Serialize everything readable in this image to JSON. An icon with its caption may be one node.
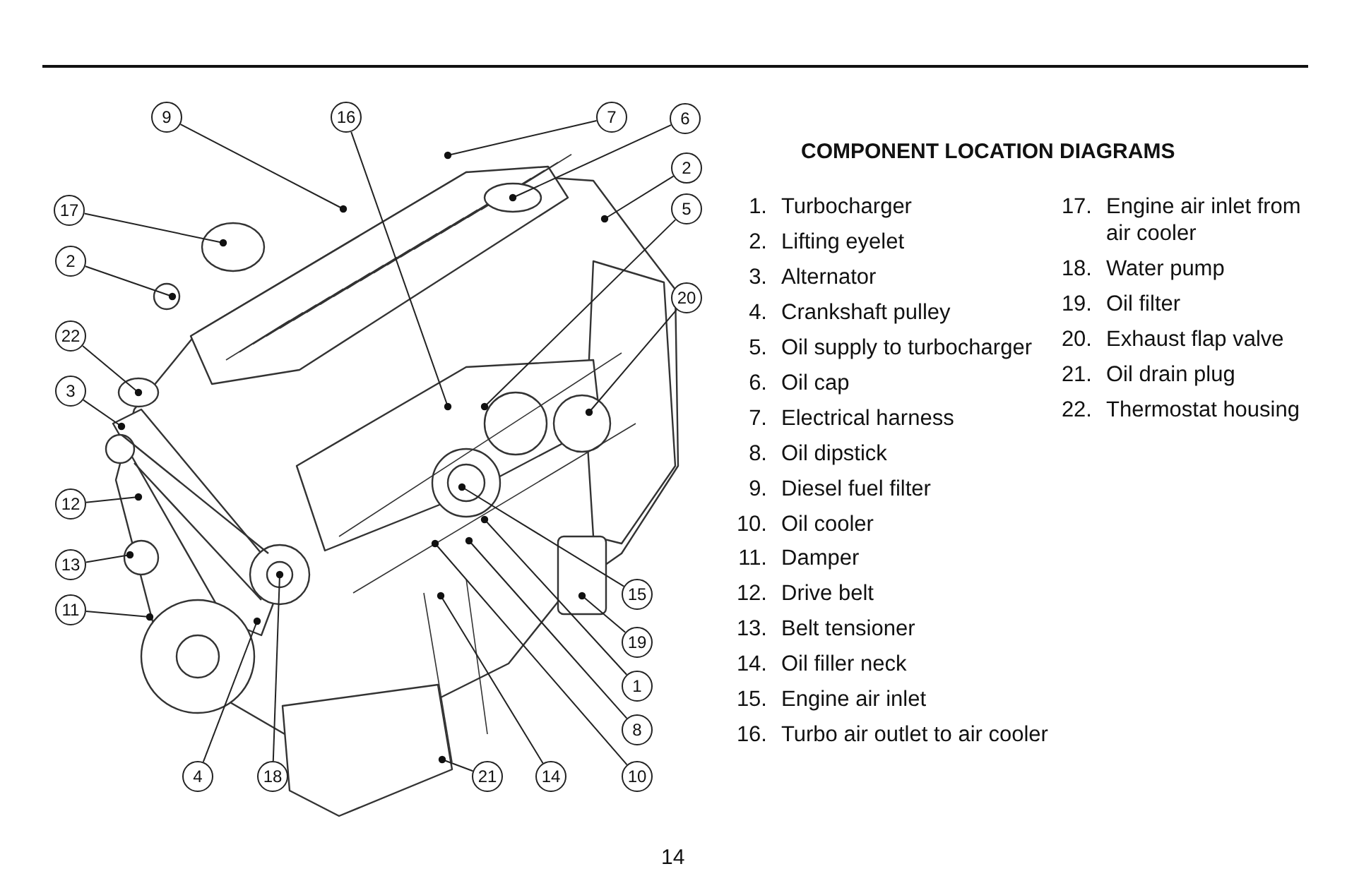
{
  "diagram": {
    "nodes": [
      {
        "text": [
          "9"
        ]
      },
      {
        "text": [
          "16"
        ]
      },
      {
        "text": [
          "7"
        ]
      },
      {
        "text": [
          "6"
        ]
      },
      {
        "text": [
          "2"
        ]
      },
      {
        "text": [
          "5"
        ]
      },
      {
        "text": [
          "17"
        ]
      },
      {
        "text": [
          "2"
        ]
      },
      {
        "text": [
          "20"
        ]
      },
      {
        "text": [
          "22"
        ]
      },
      {
        "text": [
          "3"
        ]
      },
      {
        "text": [
          "12"
        ]
      },
      {
        "text": [
          "13"
        ]
      },
      {
        "text": [
          "15"
        ]
      },
      {
        "text": [
          "11"
        ]
      },
      {
        "text": [
          "19"
        ]
      },
      {
        "text": [
          "1"
        ]
      },
      {
        "text": [
          "8"
        ]
      },
      {
        "text": [
          "4"
        ]
      },
      {
        "text": [
          "18"
        ]
      },
      {
        "text": [
          "21"
        ]
      },
      {
        "text": [
          "14"
        ]
      },
      {
        "text": [
          "10"
        ]
      }
    ],
    "edges": [
      {
        "from": 0,
        "to": null,
        "arrow": "other"
      },
      {
        "from": 1,
        "to": null,
        "arrow": "other"
      },
      {
        "from": 2,
        "to": null,
        "arrow": "other"
      },
      {
        "from": 3,
        "to": null,
        "arrow": "other"
      },
      {
        "from": 4,
        "to": null,
        "arrow": "other"
      },
      {
        "from": 5,
        "to": null,
        "arrow": "other"
      },
      {
        "from": 6,
        "to": null,
        "arrow": "other"
      },
      {
        "from": 7,
        "to": null,
        "arrow": "other"
      },
      {
        "from": 8,
        "to": null,
        "arrow": "other"
      },
      {
        "from": 9,
        "to": null,
        "arrow": "other"
      },
      {
        "from": 10,
        "to": null,
        "arrow": "other"
      },
      {
        "from": 11,
        "to": null,
        "arrow": "other"
      },
      {
        "from": 12,
        "to": null,
        "arrow": "other"
      },
      {
        "from": 13,
        "to": null,
        "arrow": "other"
      },
      {
        "from": 14,
        "to": null,
        "arrow": "other"
      },
      {
        "from": 15,
        "to": null,
        "arrow": "other"
      },
      {
        "from": 16,
        "to": null,
        "arrow": "other"
      },
      {
        "from": 17,
        "to": null,
        "arrow": "other"
      },
      {
        "from": 18,
        "to": null,
        "arrow": "other"
      },
      {
        "from": 19,
        "to": null,
        "arrow": "other"
      },
      {
        "from": 20,
        "to": null,
        "arrow": "other"
      },
      {
        "from": 21,
        "to": null,
        "arrow": "other"
      },
      {
        "from": 22,
        "to": null,
        "arrow": "other"
      }
    ],
    "labels": [
      "COMPONENT LOCATION DIAGRAMS",
      "1.",
      "Turbocharger",
      "2.",
      "Lifting eyelet",
      "3.",
      "Alternator",
      "4.",
      "Crankshaft pulley",
      "5.",
      "Oil supply to turbocharger",
      "6.",
      "Oil cap",
      "7.",
      "Electrical harness",
      "8.",
      "Oil dipstick",
      "9.",
      "Diesel fuel filter",
      "10.",
      "Oil cooler",
      "11.",
      "Damper",
      "12.",
      "Drive belt",
      "13.",
      "Belt tensioner",
      "14.",
      "Oil filler neck",
      "15.",
      "Engine air inlet",
      "16.",
      "Turbo air outlet to air cooler",
      "17.",
      "Engine air inlet from air cooler",
      "18.",
      "Water pump",
      "19.",
      "Oil filter",
      "20.",
      "Exhaust flap valve",
      "21.",
      "Oil drain plug",
      "22.",
      "Thermostat housing",
      "14"
    ]
  }
}
